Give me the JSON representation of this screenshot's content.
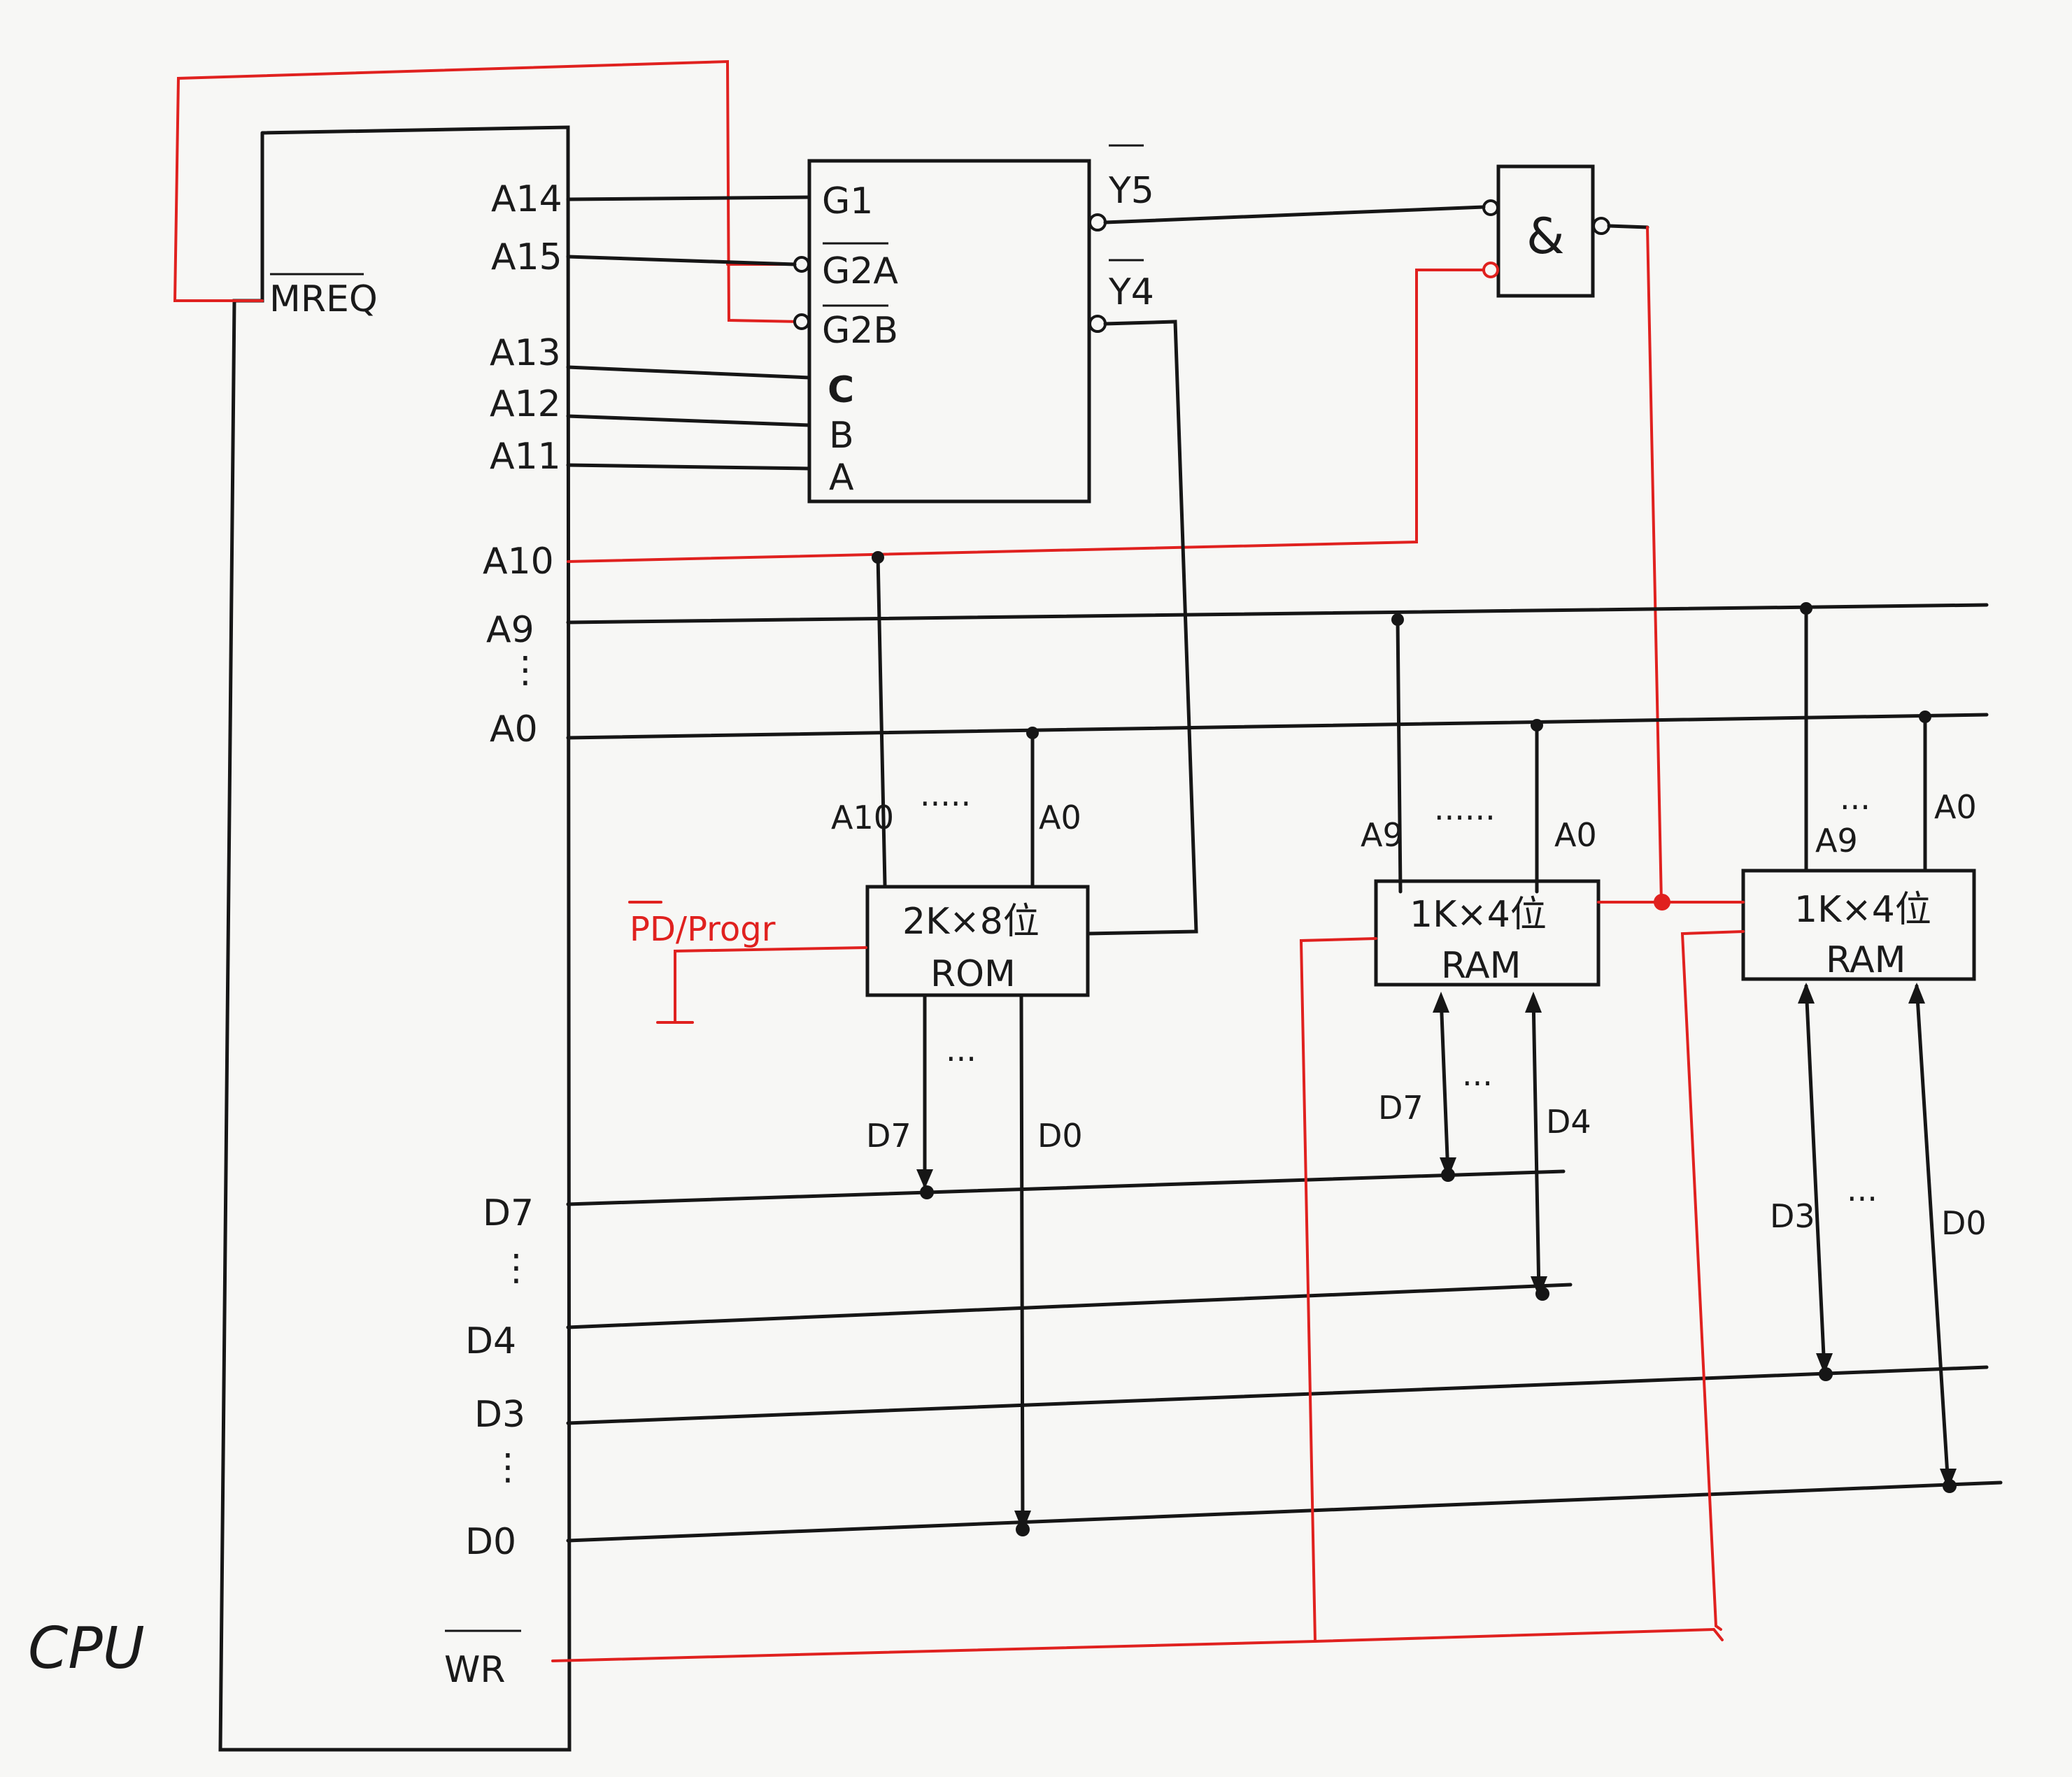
{
  "cpu": {
    "label": "CPU",
    "pins": {
      "a14": "A14",
      "a15": "A15",
      "mreq": "MREQ",
      "a13": "A13",
      "a12": "A12",
      "a11": "A11",
      "a10": "A10",
      "a9": "A9",
      "a0": "A0",
      "d7": "D7",
      "d4": "D4",
      "d3": "D3",
      "d0": "D0",
      "wr": "WR"
    }
  },
  "decoder": {
    "inputs": {
      "g1": "G1",
      "g2a": "G2A",
      "g2b": "G2B",
      "c": "C",
      "b": "B",
      "a": "A"
    },
    "outputs": {
      "y5": "Y5",
      "y4": "Y4"
    }
  },
  "nand_gate": {
    "symbol": "&"
  },
  "rom": {
    "line1": "2K×8位",
    "line2": "ROM",
    "addr_hi": "A10",
    "addr_lo": "A0",
    "addr_dots": "·····",
    "data_hi": "D7",
    "data_lo": "D0",
    "data_dots": "···",
    "pd_label": "PD/Progr"
  },
  "ram1": {
    "line1": "1K×4位",
    "line2": "RAM",
    "addr_hi": "A9",
    "addr_lo": "A0",
    "addr_dots": "······",
    "data_hi": "D7",
    "data_lo": "D4",
    "data_dots": "···"
  },
  "ram2": {
    "line1": "1K×4位",
    "line2": "RAM",
    "addr_hi": "A9",
    "addr_lo": "A0",
    "addr_dots": "···",
    "data_hi": "D3",
    "data_lo": "D0",
    "data_dots": "···"
  },
  "colors": {
    "ink": "#161616",
    "red": "#e0211f",
    "paper": "#f7f7f5"
  }
}
